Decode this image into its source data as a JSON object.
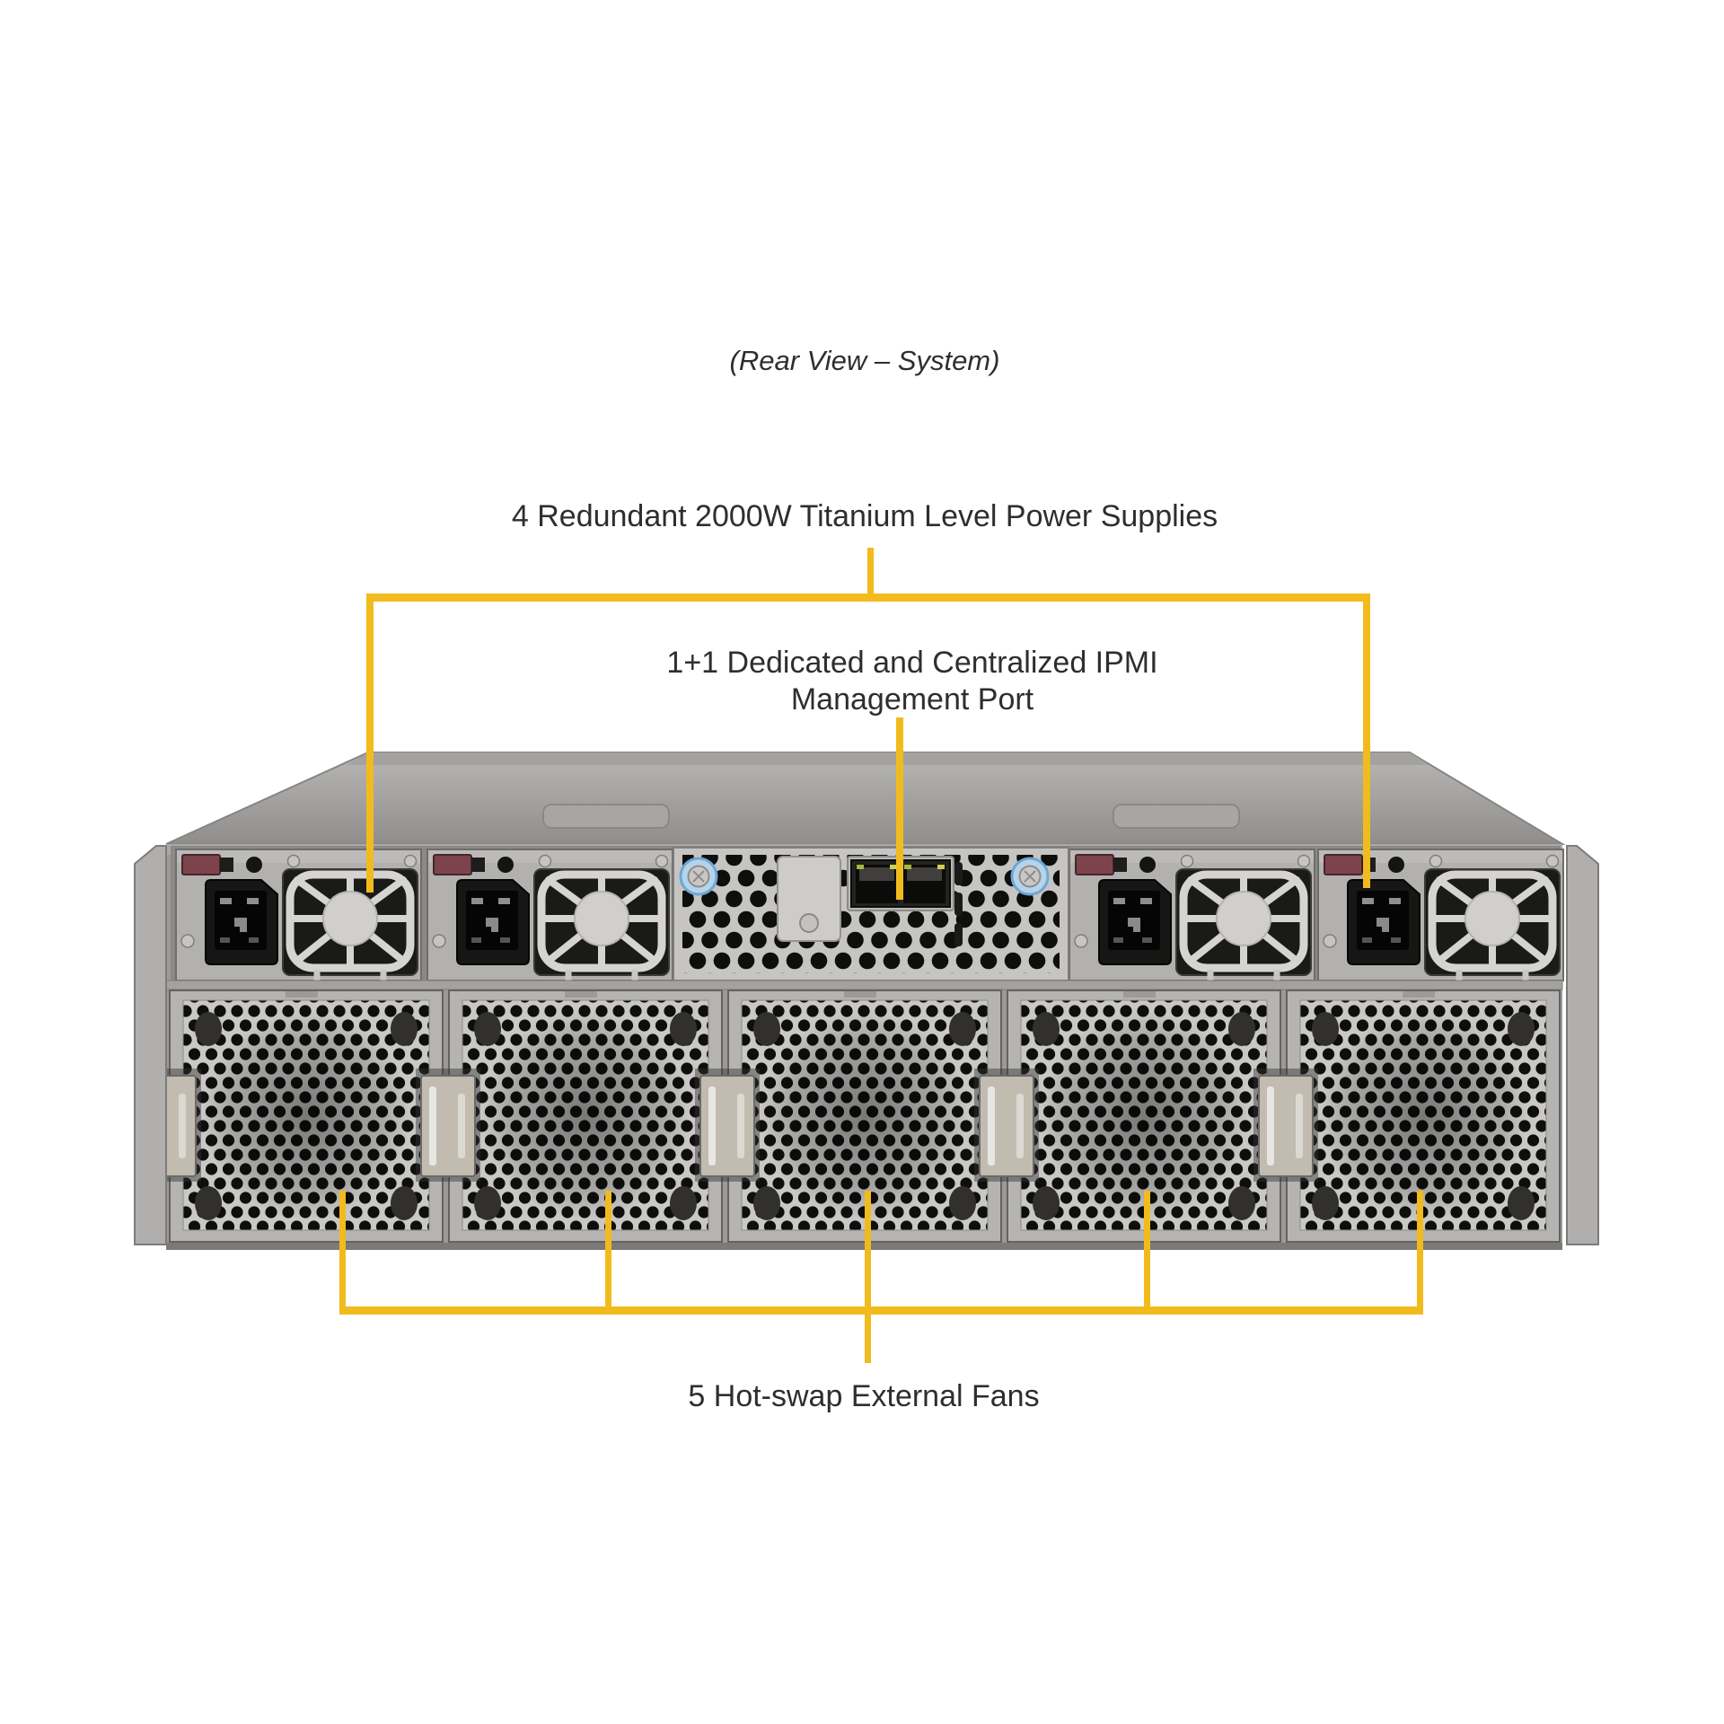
{
  "title": "(Rear View – System)",
  "callouts": {
    "psu": {
      "label": "4 Redundant 2000W Titanium Level Power Supplies"
    },
    "ipmi": {
      "line1": "1+1 Dedicated and Centralized IPMI",
      "line2": "Management Port"
    },
    "fans": {
      "label": "5 Hot-swap External Fans"
    }
  },
  "server": {
    "psu_count": 4,
    "fan_count": 5
  },
  "colors": {
    "callout_line": "#F2BB1D",
    "text": "#2e2e2e",
    "lid_top": "#b8b7b5",
    "lid_bottom": "#8f8e8c",
    "rear_panel": "#9b9a98",
    "psu_face": "#b2b1af",
    "mesh_plate": "#c9c8c6",
    "mesh_hole": "#0e0e0d",
    "latch_maroon": "#7d434c",
    "thumbscrew_blue_ring": "#6fa8d2",
    "thumbscrew_blue_fill": "#b5d4ea",
    "handle_silver": "#c2bbb0",
    "fan_dark": "#1a1a19"
  }
}
